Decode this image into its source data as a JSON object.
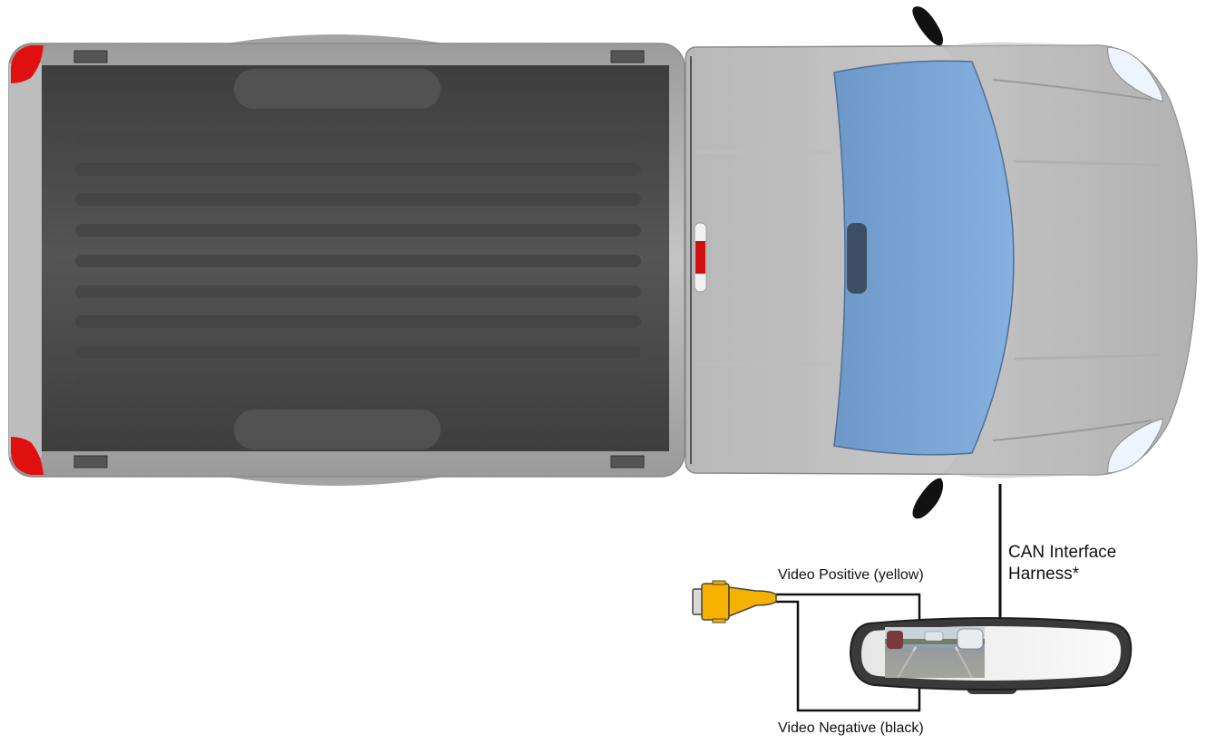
{
  "labels": {
    "video_positive": "Video Positive (yellow)",
    "video_negative": "Video Negative (black)",
    "can_line1": "CAN Interface",
    "can_line2": "Harness*"
  },
  "colors": {
    "body": "#a9a9a9",
    "bed_floor": "#4a4a4a",
    "windshield": "#7aa6d6",
    "tail_light": "#e01010",
    "connector": "#f5b000",
    "wire": "#111111"
  },
  "icons": {
    "connector": "rca-connector-icon",
    "mirror": "rearview-mirror-icon",
    "truck": "pickup-truck-top-view"
  }
}
